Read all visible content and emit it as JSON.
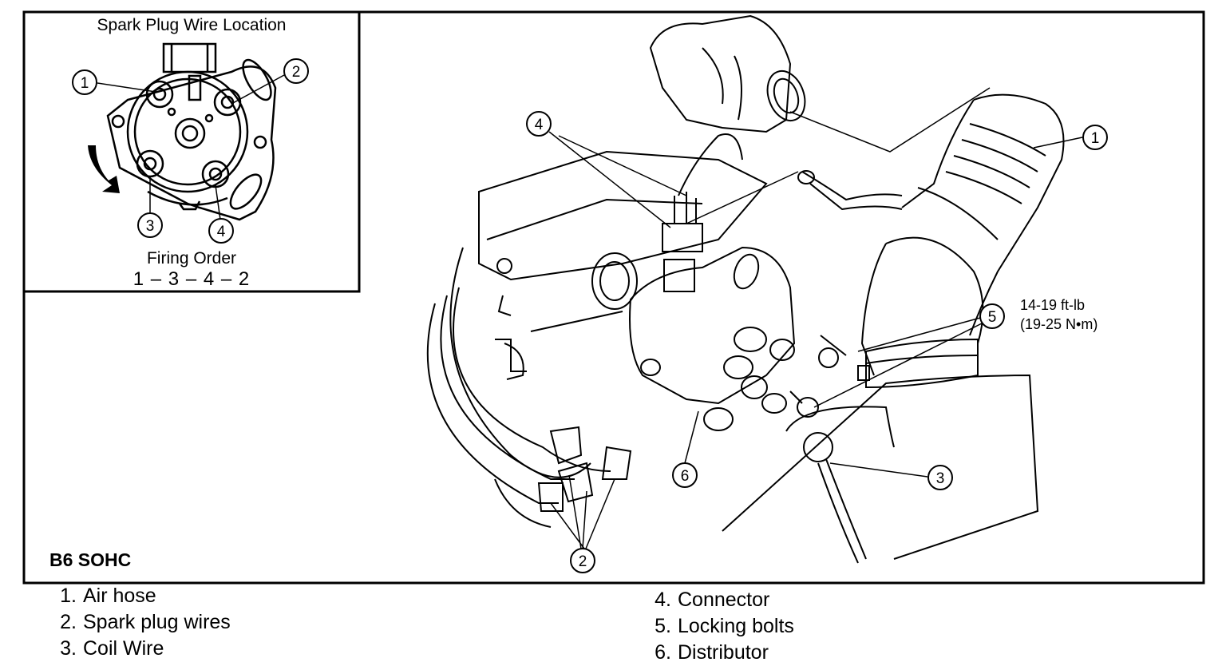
{
  "inset": {
    "title": "Spark Plug Wire Location",
    "firing_order_label": "Firing Order",
    "firing_order_sequence": "1 – 3 – 4 – 2",
    "callouts": [
      "1",
      "2",
      "3",
      "4"
    ]
  },
  "main": {
    "engine_label": "B6 SOHC",
    "torque_line1": "14-19 ft-lb",
    "torque_line2": "(19-25 N•m)",
    "callouts": [
      "1",
      "2",
      "3",
      "4",
      "5",
      "6"
    ]
  },
  "legend": [
    {
      "num": "1.",
      "label": "Air hose"
    },
    {
      "num": "2.",
      "label": "Spark plug wires"
    },
    {
      "num": "3.",
      "label": "Coil Wire"
    },
    {
      "num": "4.",
      "label": "Connector"
    },
    {
      "num": "5.",
      "label": "Locking bolts"
    },
    {
      "num": "6.",
      "label": "Distributor"
    }
  ]
}
